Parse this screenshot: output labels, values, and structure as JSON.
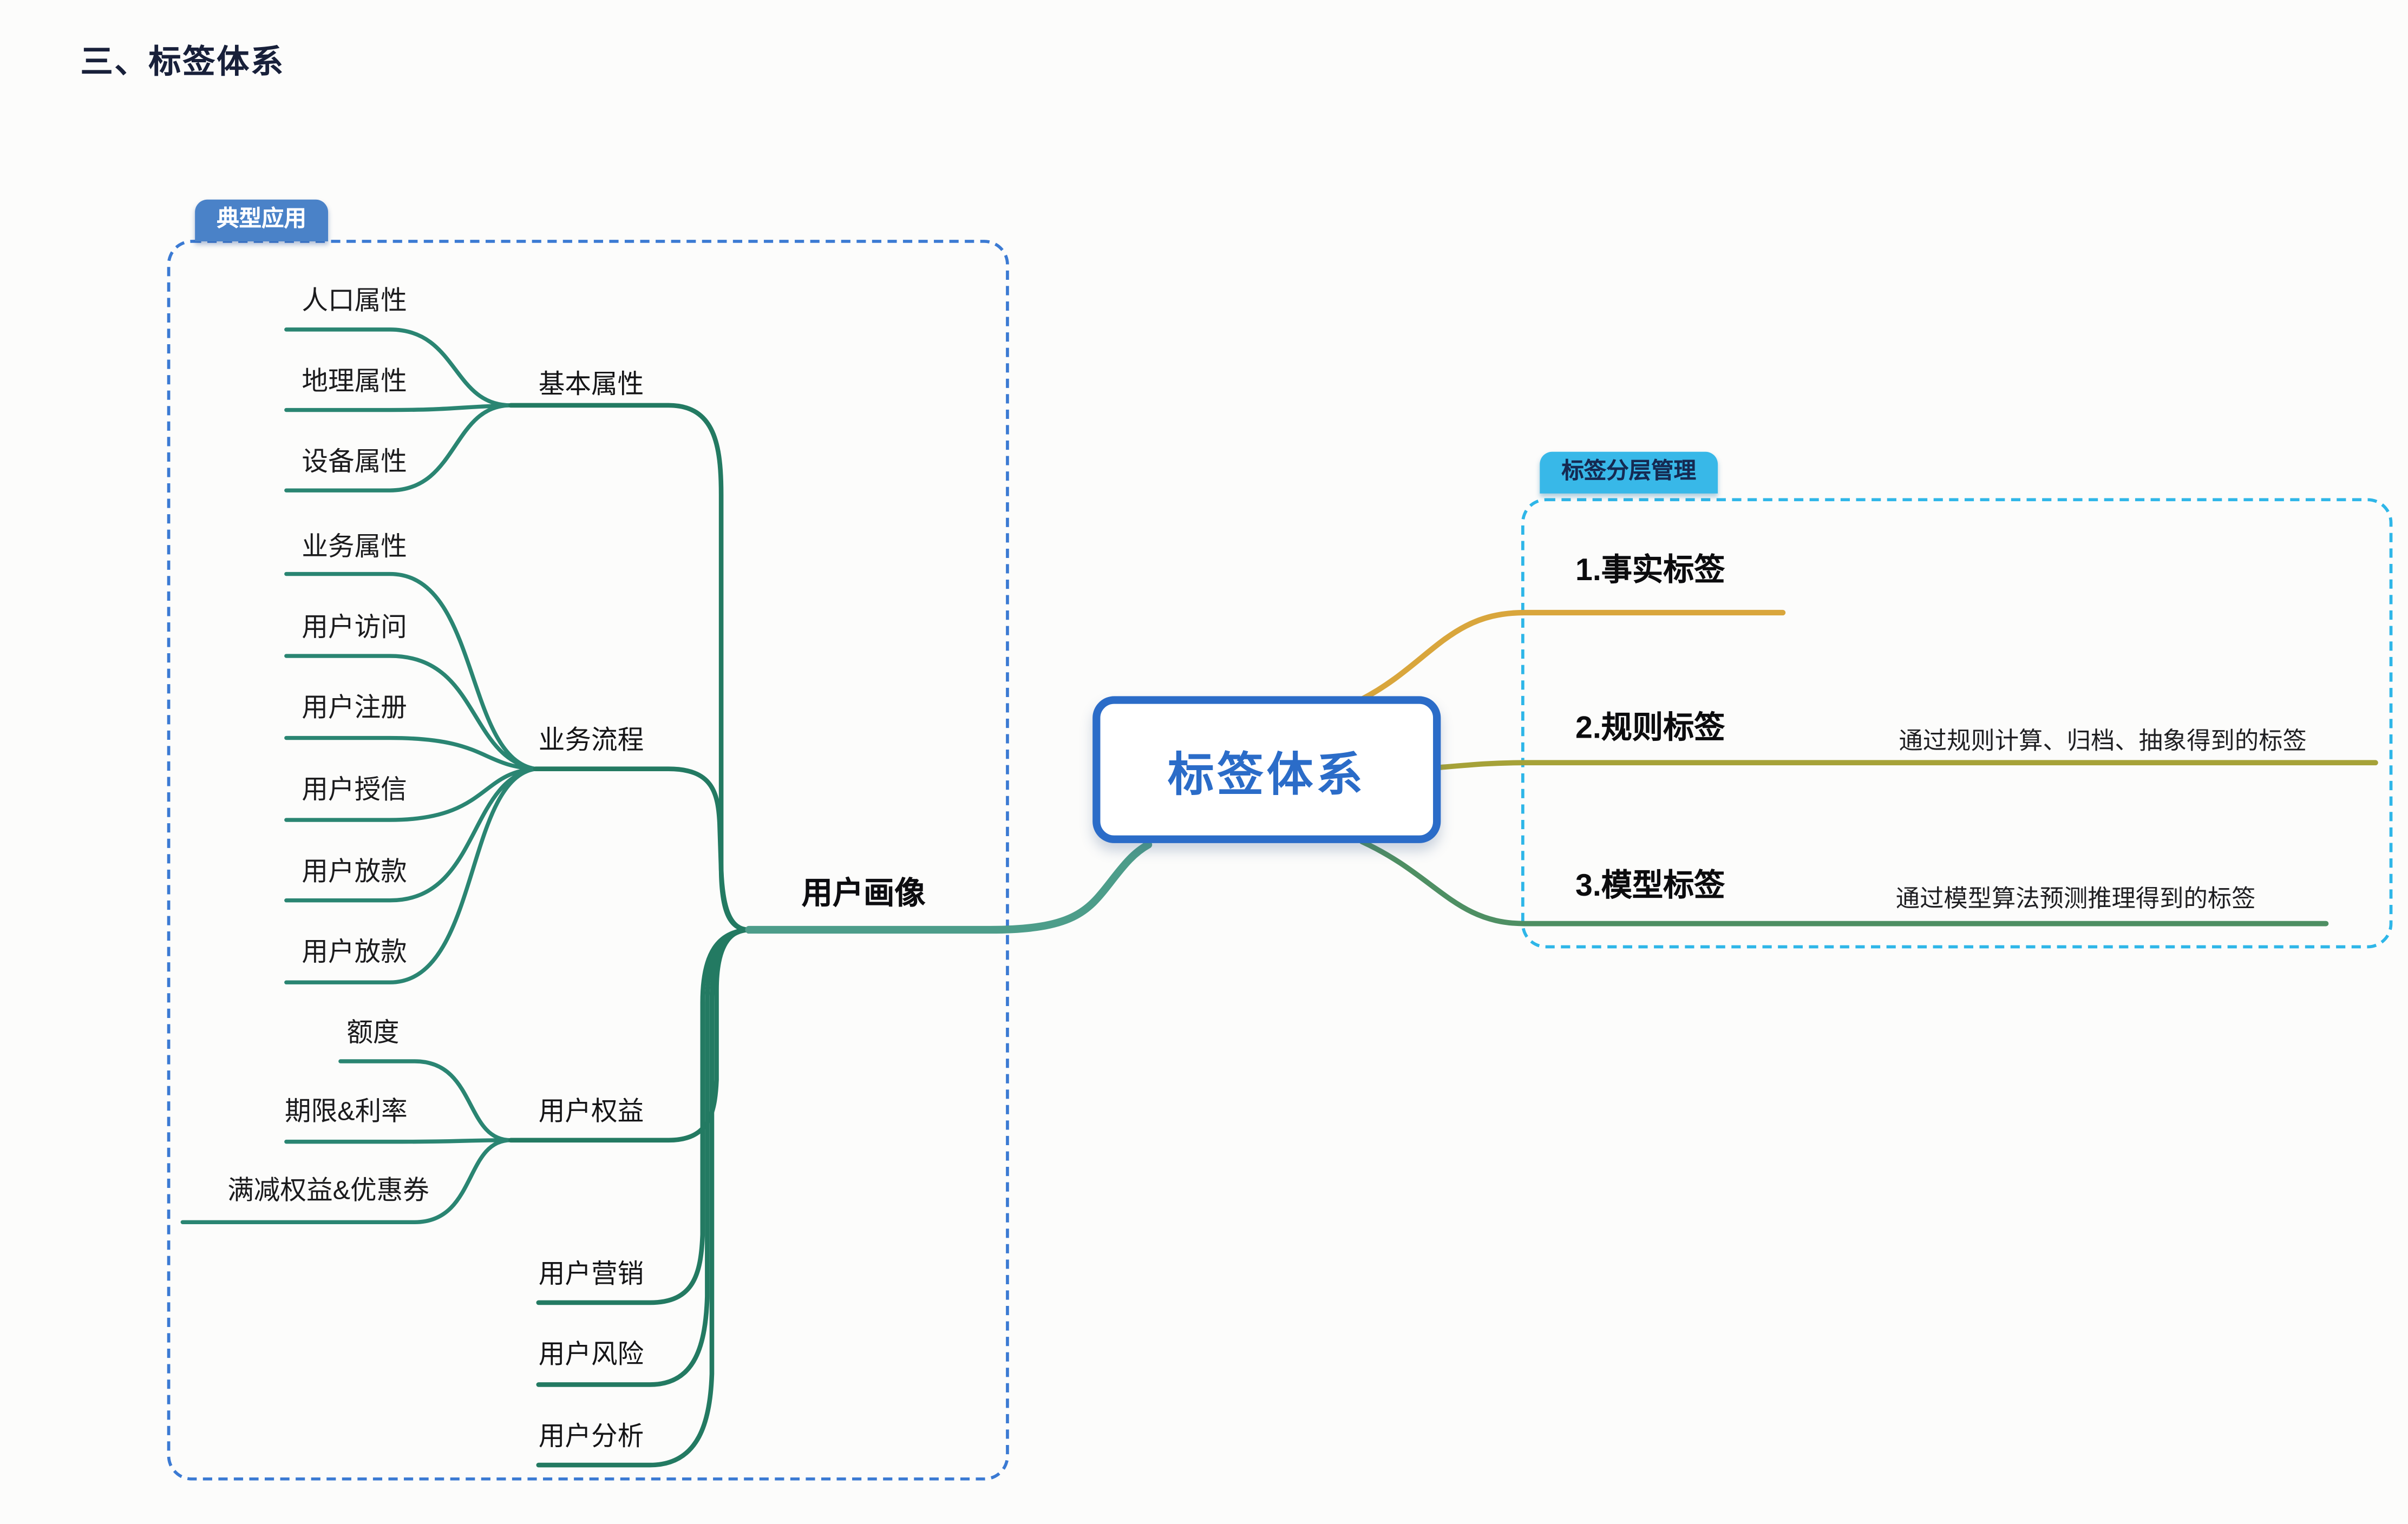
{
  "page": {
    "title": "三、标签体系"
  },
  "root": {
    "label": "标签体系"
  },
  "left_panel": {
    "tag": "典型应用",
    "branch_label": "用户画像",
    "groups": [
      {
        "label": "基本属性",
        "children": [
          "人口属性",
          "地理属性",
          "设备属性"
        ]
      },
      {
        "label": "业务流程",
        "children": [
          "业务属性",
          "用户访问",
          "用户注册",
          "用户授信",
          "用户放款",
          "用户放款"
        ]
      },
      {
        "label": "用户权益",
        "children": [
          "额度",
          "期限&利率",
          "满减权益&优惠券"
        ]
      },
      {
        "label": "用户营销",
        "children": []
      },
      {
        "label": "用户风险",
        "children": []
      },
      {
        "label": "用户分析",
        "children": []
      }
    ]
  },
  "right_panel": {
    "tag": "标签分层管理",
    "items": [
      {
        "label": "1.事实标签",
        "description": "",
        "line_color": "#d9a63c"
      },
      {
        "label": "2.规则标签",
        "description": "通过规则计算、归档、抽象得到的标签",
        "line_color": "#a6a238"
      },
      {
        "label": "3.模型标签",
        "description": "通过模型算法预测推理得到的标签",
        "line_color": "#4e8f63"
      }
    ]
  },
  "colors": {
    "left_branch": "#2a8572",
    "trunk": "#4d9d8a",
    "root_accent": "#2b6cc8",
    "left_panel_border": "#3b7ad3",
    "right_panel_border": "#2eb6e8",
    "left_tab_bg": "#4a82c8",
    "right_tab_bg": "#38b8e8"
  }
}
